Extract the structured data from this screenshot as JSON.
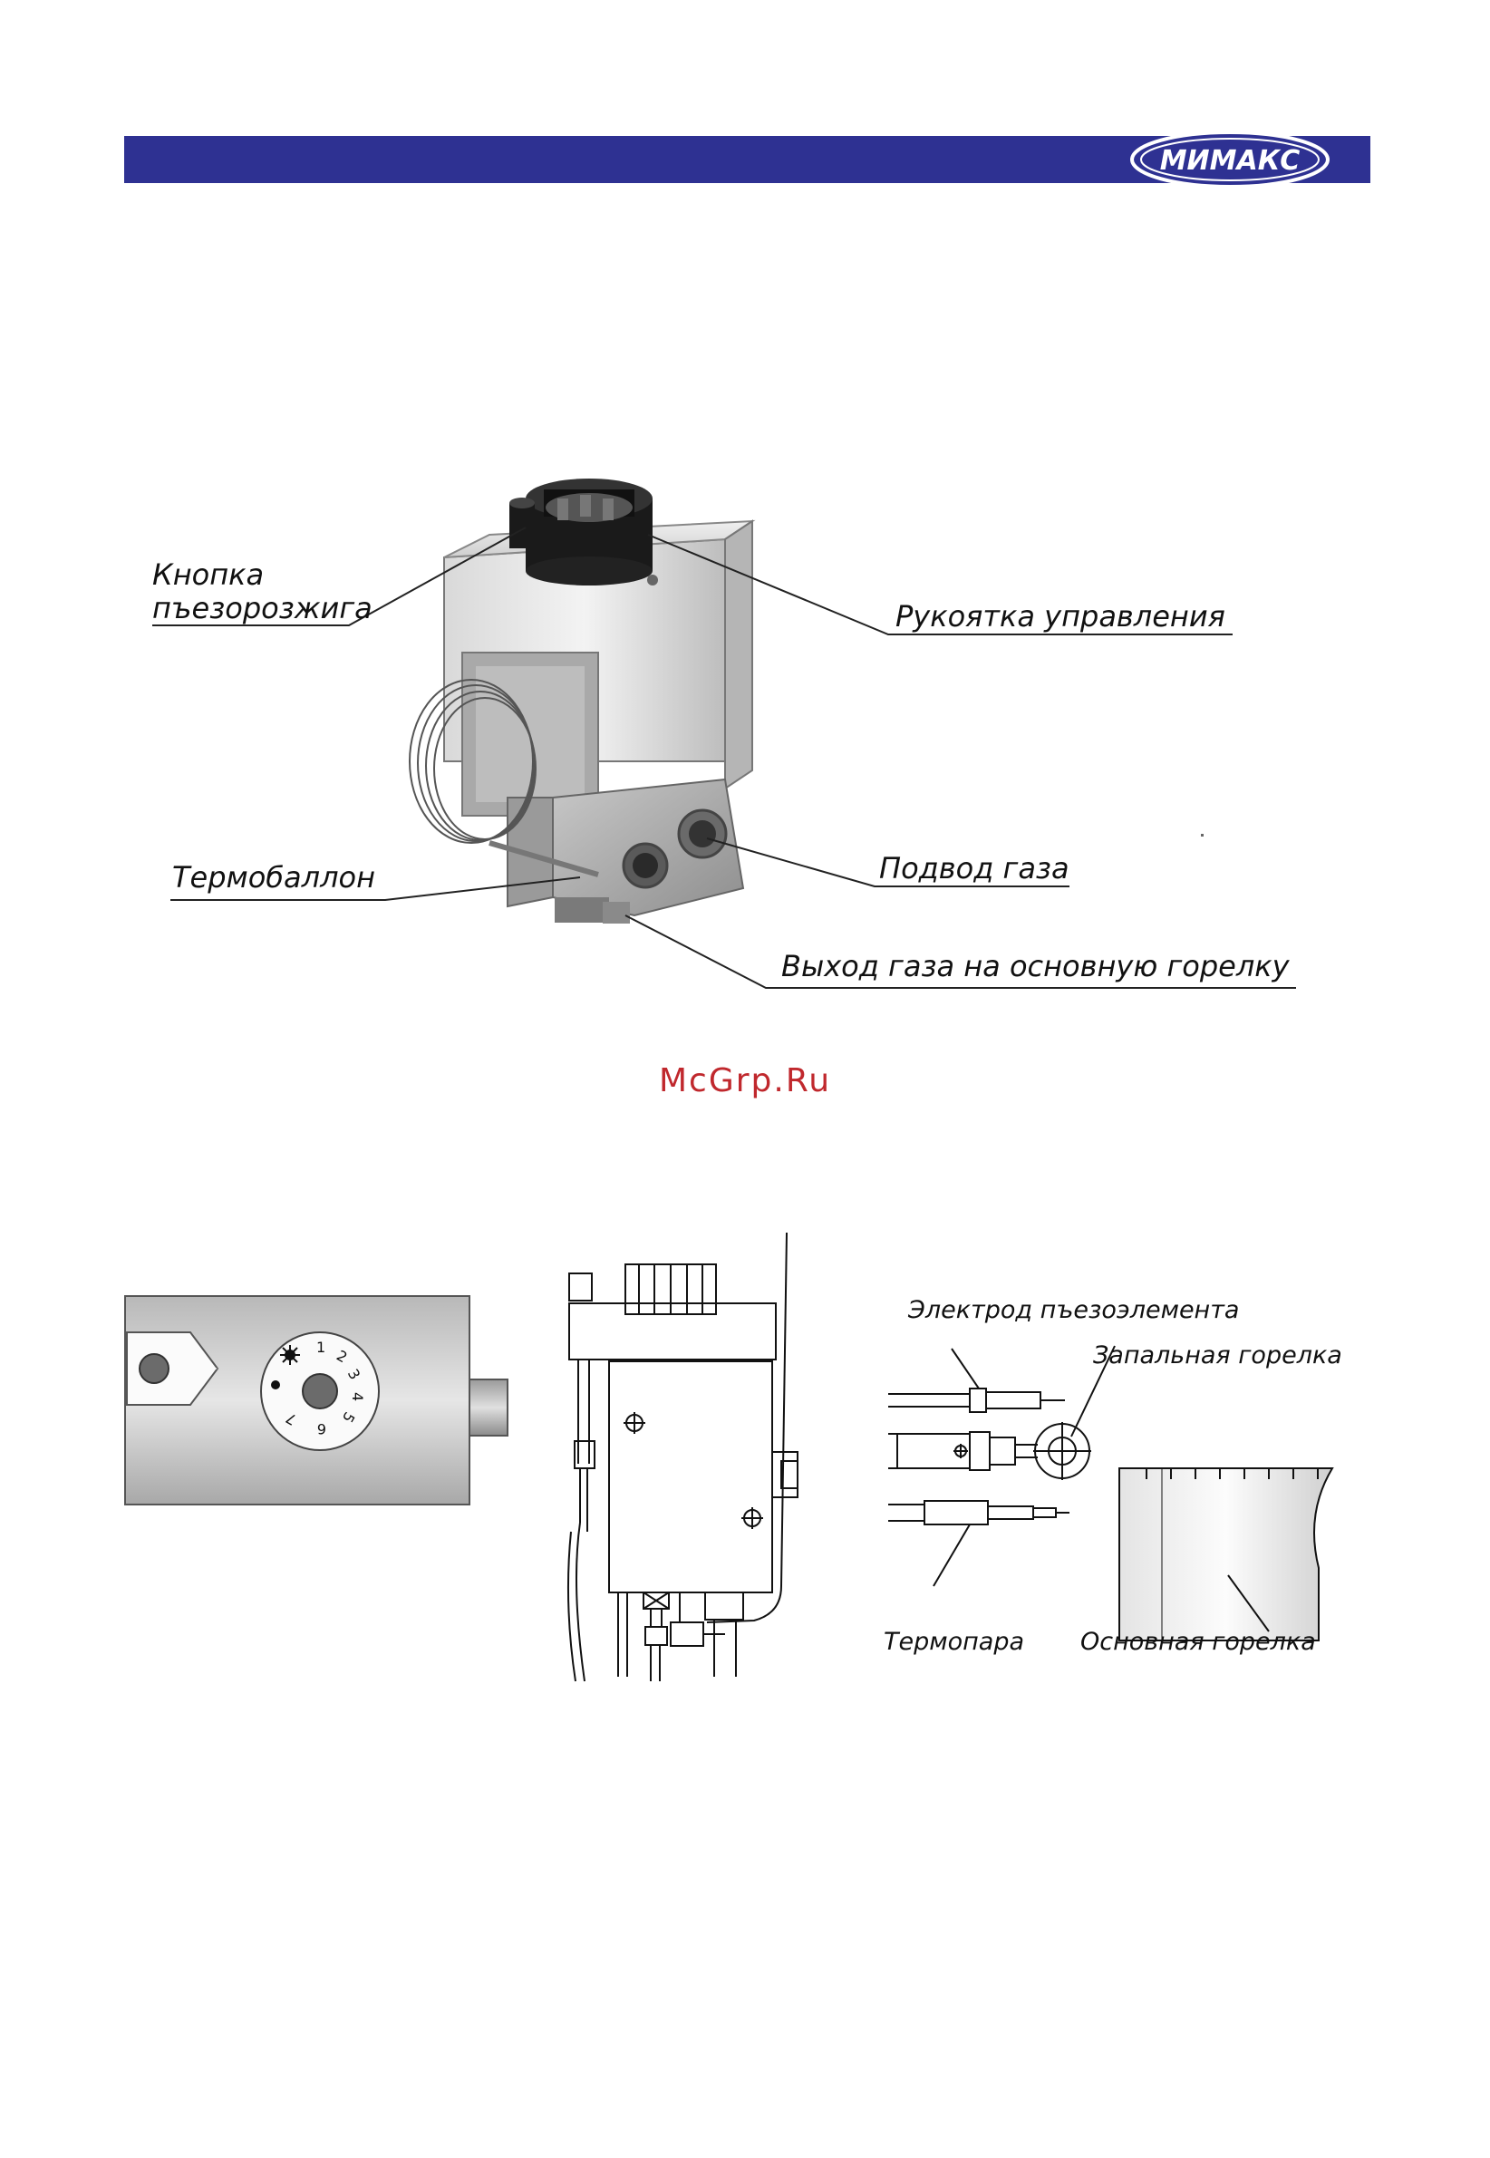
{
  "header": {
    "logo_text": "МИМАКС",
    "bar_color": "#2e3192"
  },
  "valve_diagram": {
    "labels": {
      "piezo_button": [
        "Кнопка",
        "пъезорозжига"
      ],
      "control_knob": "Рукоятка управления",
      "gas_inlet": "Подвод газа",
      "thermo_bulb": "Термобаллон",
      "gas_outlet": "Выход газа на основную горелку"
    }
  },
  "watermark": "McGrp.Ru",
  "dial": {
    "numbers": [
      "1",
      "2",
      "3",
      "4",
      "5",
      "6",
      "7"
    ]
  },
  "burner_diagram": {
    "labels": {
      "piezo_electrode": "Электрод пъезоэлемента",
      "pilot_burner": "Запальная горелка",
      "thermocouple": "Термопара",
      "main_burner": "Основная горелка"
    }
  }
}
